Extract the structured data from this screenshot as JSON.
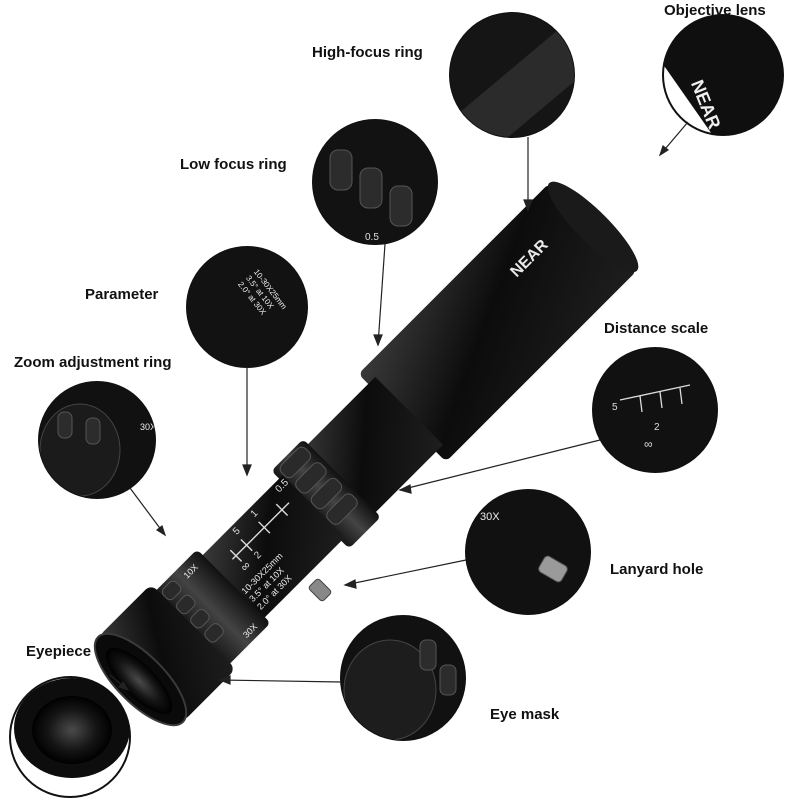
{
  "labels": {
    "objective_lens": "Objective lens",
    "high_focus_ring": "High-focus ring",
    "low_focus_ring": "Low focus ring",
    "parameter": "Parameter",
    "distance_scale": "Distance scale",
    "zoom_adjustment_ring": "Zoom adjustment ring",
    "lanyard_hole": "Lanyard hole",
    "eyepiece": "Eyepiece",
    "eye_mask": "Eye mask"
  },
  "markings": {
    "near": "NEAR",
    "spec_line1": "10-30X25mm",
    "spec_line2": "3.5° at 10X",
    "spec_line3": "2.0° at 30X",
    "zoom_10x": "10X",
    "zoom_30x": "30X",
    "scale_05": "0.5",
    "scale_1": "1",
    "scale_2": "2",
    "scale_5": "5",
    "scale_inf": "∞"
  },
  "colors": {
    "body_black": "#0d0d0d",
    "highlight": "#5a5a5a",
    "callout_line": "#222222",
    "marking_white": "#f0f0f0"
  }
}
